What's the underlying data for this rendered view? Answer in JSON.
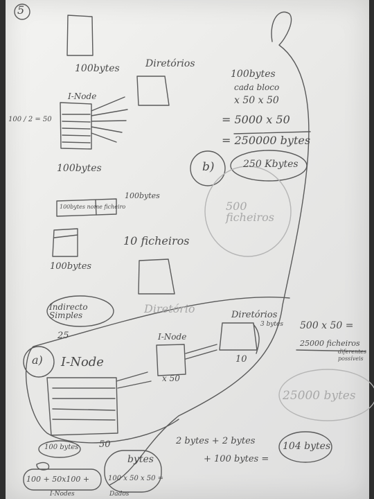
{
  "page": {
    "number": "5"
  },
  "notes": {
    "block_size_top": "100bytes",
    "directories_top": "Diretórios",
    "inode_label": "I-Node",
    "fraction": "100 / 2 = 50",
    "inode_bytes": "100bytes",
    "inode_with_name": "100bytes nome ficheiro",
    "bytes_100": "100bytes",
    "block_bytes_small": "100bytes",
    "ten_files": "10 ficheiros",
    "directory_mid": "Diretório",
    "indirect_simple": "Indirecto Simples",
    "count_25": "25",
    "calc_line1": "100bytes",
    "calc_line2": "cada bloco",
    "calc_line3": "x 50 x 50",
    "calc_line4": "= 5000 x 50",
    "calc_line5": "= 250000 bytes",
    "answer_b_label": "b)",
    "answer_b_value": "250 Kbytes",
    "files_500": "500 ficheiros",
    "answer_a_label": "a)",
    "inode_a": "I-Node",
    "inode_small": "I-Node",
    "directories_a": "Diretórios",
    "bytes_3": "3 bytes",
    "count_50_small": "x 50",
    "count_10": "10",
    "files_calc_1": "500 x 50 =",
    "files_calc_2": "25000 ficheiros",
    "files_calc_3": "diferentes",
    "files_calc_4": "possíveis",
    "bytes_25000": "25000 bytes",
    "inode_100bytes": "100 bytes",
    "count_50_bottom": "50",
    "sum_line": "2 bytes + 2 bytes",
    "sum_line2": "+ 100 bytes =",
    "sum_result": "104 bytes",
    "formula_bytes": "bytes",
    "formula_left": "100 + 50x100 +",
    "formula_right": "100 x 50 x 50 =",
    "formula_label_inodes": "I-Nodes",
    "formula_label_data": "Dados"
  }
}
